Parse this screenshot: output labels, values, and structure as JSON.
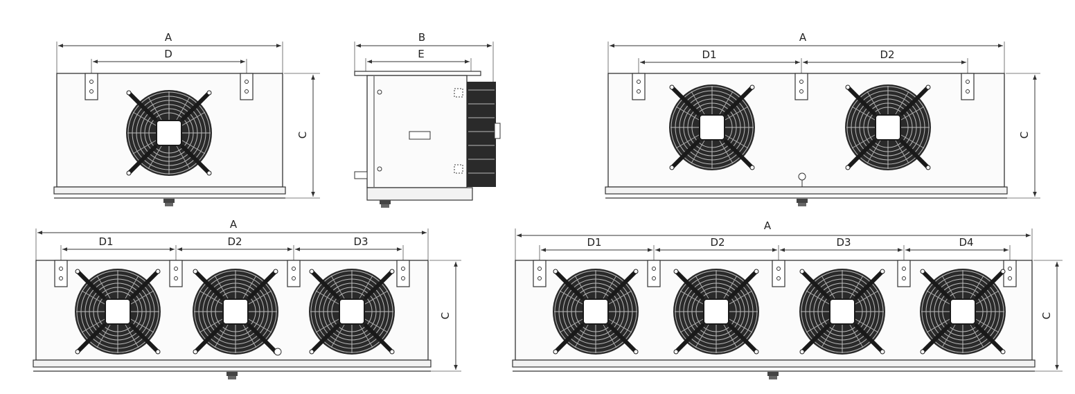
{
  "labels": {
    "length": "A",
    "depth": "B",
    "height": "C",
    "bracket_spacing_single": "D",
    "bracket_depth": "E",
    "spacing_1": "D1",
    "spacing_2": "D2",
    "spacing_3": "D3",
    "spacing_4": "D4"
  },
  "views": {
    "single_fan_front": {
      "fans": 1
    },
    "side": {
      "fans": 0
    },
    "two_fan_front": {
      "fans": 2
    },
    "three_fan_front": {
      "fans": 3
    },
    "four_fan_front": {
      "fans": 4
    }
  },
  "colors": {
    "line": "#333333",
    "fan_grille": "#2a2a2a",
    "background": "#ffffff"
  }
}
